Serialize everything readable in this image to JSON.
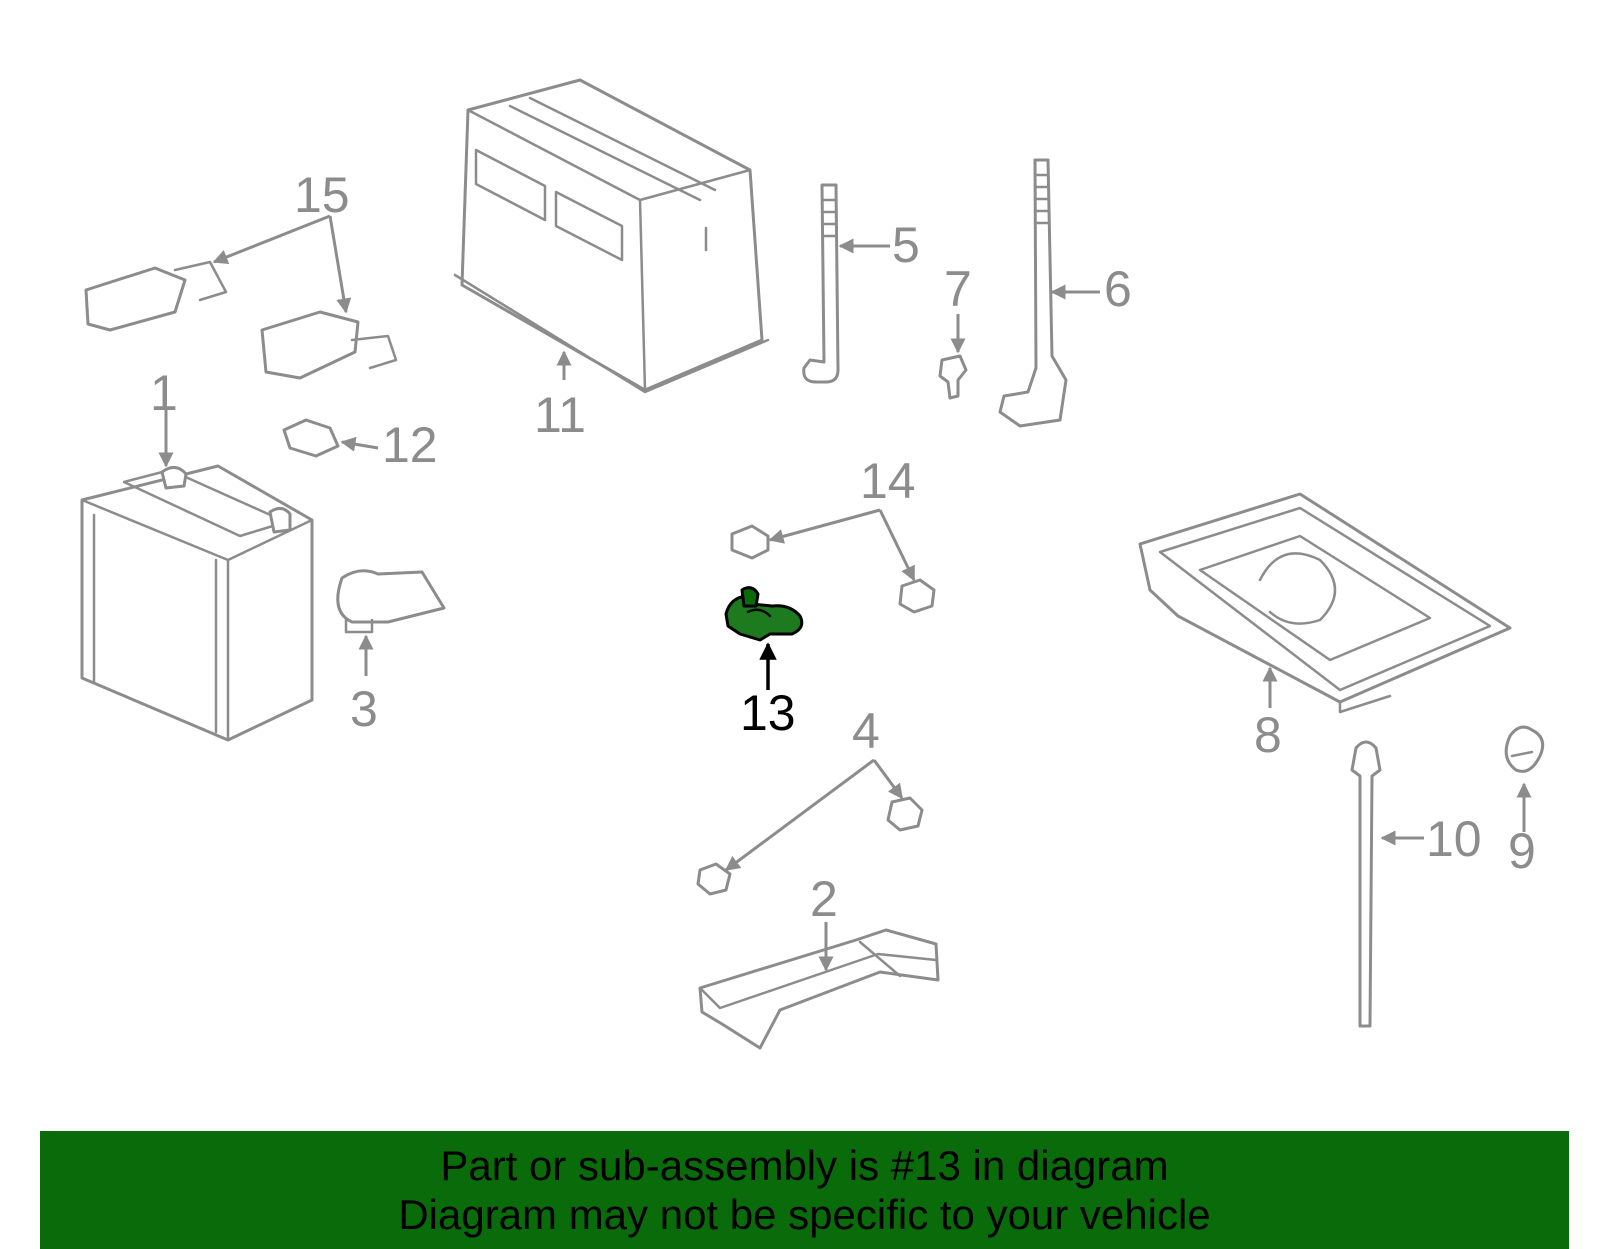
{
  "highlight_color": "#0a6b0a",
  "part_color": "#1e7a1e",
  "line_color": "#8c8c8c",
  "callouts": {
    "c1": "1",
    "c2": "2",
    "c3": "3",
    "c4": "4",
    "c5": "5",
    "c6": "6",
    "c7": "7",
    "c8": "8",
    "c9": "9",
    "c10": "10",
    "c11": "11",
    "c12": "12",
    "c13": "13",
    "c14": "14",
    "c15": "15"
  },
  "highlighted_callout": "13",
  "banner": {
    "line1": "Part or sub-assembly is #13 in diagram",
    "line2": "Diagram may not be specific to your vehicle"
  }
}
